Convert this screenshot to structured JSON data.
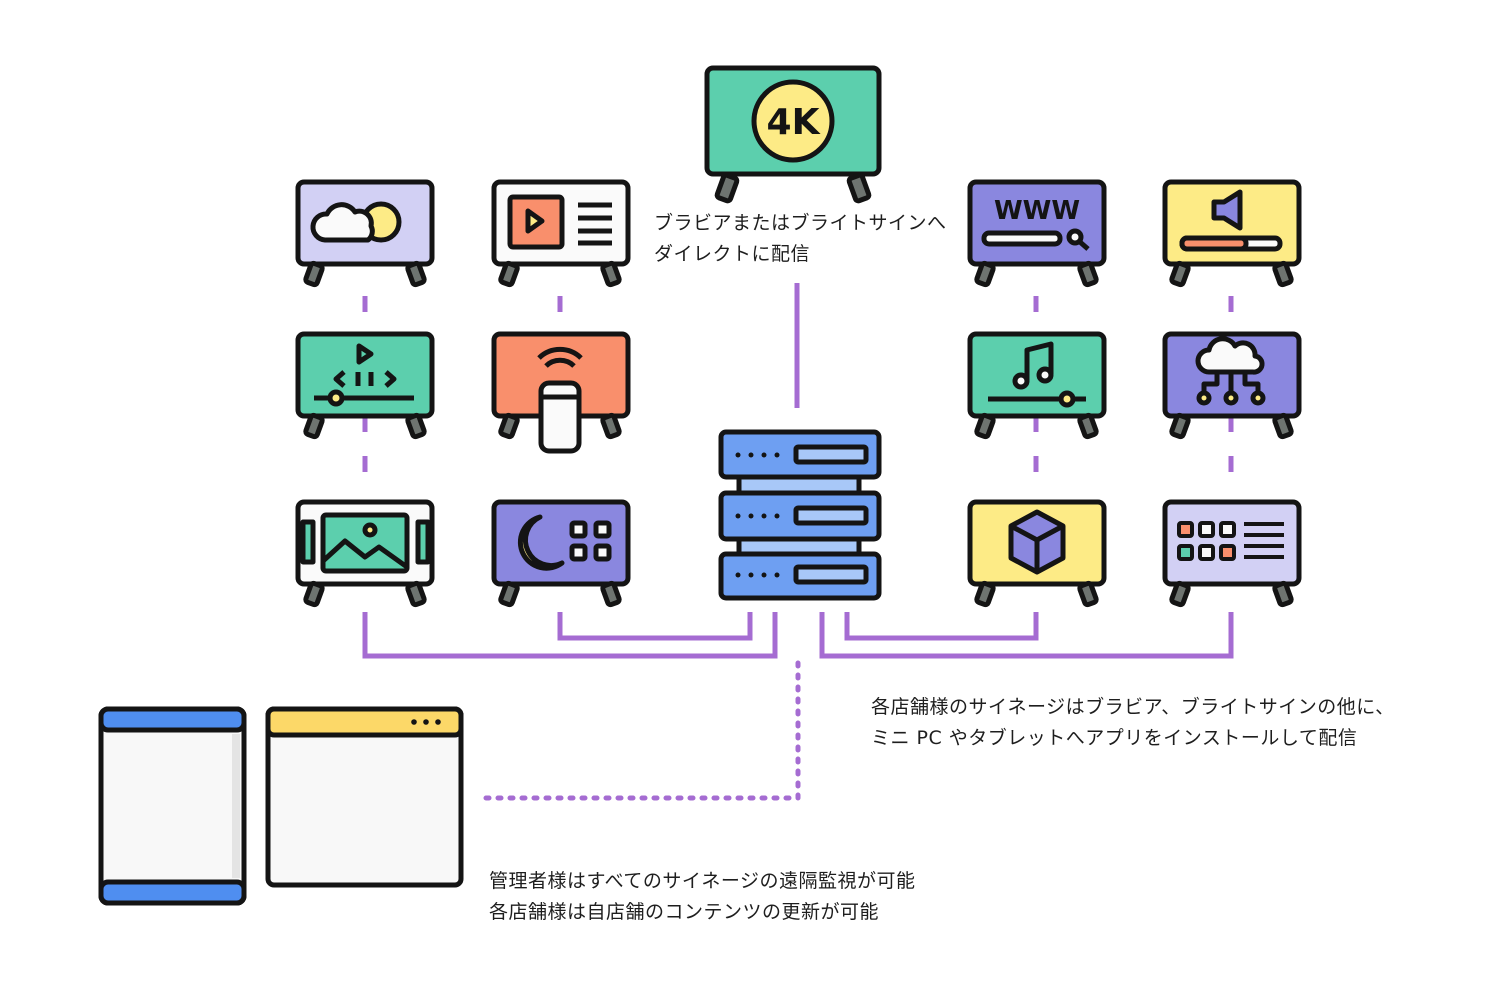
{
  "colors": {
    "outline": "#141414",
    "connector": "#a56cd2",
    "tv_green": "#5ccfad",
    "tv_lavender": "#d2d0f4",
    "tv_white": "#fafafa",
    "tv_orange": "#f98f6c",
    "tv_purple": "#8a87df",
    "tv_yellow": "#fdeb86",
    "stand_gray": "#6e7470",
    "server_blue": "#6e9ff2",
    "server_light": "#a8c8f8",
    "window_blue": "#4f8ef0",
    "window_yellow": "#fcd868",
    "window_body": "#f8f8f8"
  },
  "displays": [
    {
      "id": "tv-4k",
      "screen": "tv_green",
      "icon": "4k-icon",
      "icon_text": "4K"
    },
    {
      "id": "tv-weather",
      "screen": "tv_lavender",
      "icon": "weather-icon"
    },
    {
      "id": "tv-video-player",
      "screen": "tv_white",
      "icon": "video-player-icon"
    },
    {
      "id": "tv-web",
      "screen": "tv_purple",
      "icon": "web-search-icon",
      "icon_text": "WWW"
    },
    {
      "id": "tv-audio",
      "screen": "tv_yellow",
      "icon": "speaker-icon"
    },
    {
      "id": "tv-video-code",
      "screen": "tv_green",
      "icon": "video-code-icon"
    },
    {
      "id": "tv-mobile-cast",
      "screen": "tv_orange",
      "icon": "mobile-cast-icon"
    },
    {
      "id": "tv-music",
      "screen": "tv_green",
      "icon": "music-note-icon"
    },
    {
      "id": "tv-cloud",
      "screen": "tv_purple",
      "icon": "cloud-network-icon"
    },
    {
      "id": "tv-picture",
      "screen": "tv_white",
      "icon": "picture-icon"
    },
    {
      "id": "tv-night",
      "screen": "tv_purple",
      "icon": "moon-apps-icon"
    },
    {
      "id": "tv-cube",
      "screen": "tv_yellow",
      "icon": "cube-icon"
    },
    {
      "id": "tv-menu",
      "screen": "tv_lavender",
      "icon": "app-menu-icon"
    }
  ],
  "server": {
    "icon": "server-rack-icon"
  },
  "admin_windows": [
    {
      "id": "window-tablet",
      "icon": "tablet-window-icon"
    },
    {
      "id": "window-browser",
      "icon": "browser-window-icon"
    }
  ],
  "notes": {
    "bravia_line1": "ブラビアまたはブライトサインへ",
    "bravia_line2": "ダイレクトに配信",
    "stores_line1": "各店舗様のサイネージはブラビア、ブライトサインの他に、",
    "stores_line2": "ミニ PC やタブレットへアプリをインストールして配信",
    "admin_line1": "管理者様はすべてのサイネージの遠隔監視が可能",
    "admin_line2": "各店舗様は自店舗のコンテンツの更新が可能"
  }
}
